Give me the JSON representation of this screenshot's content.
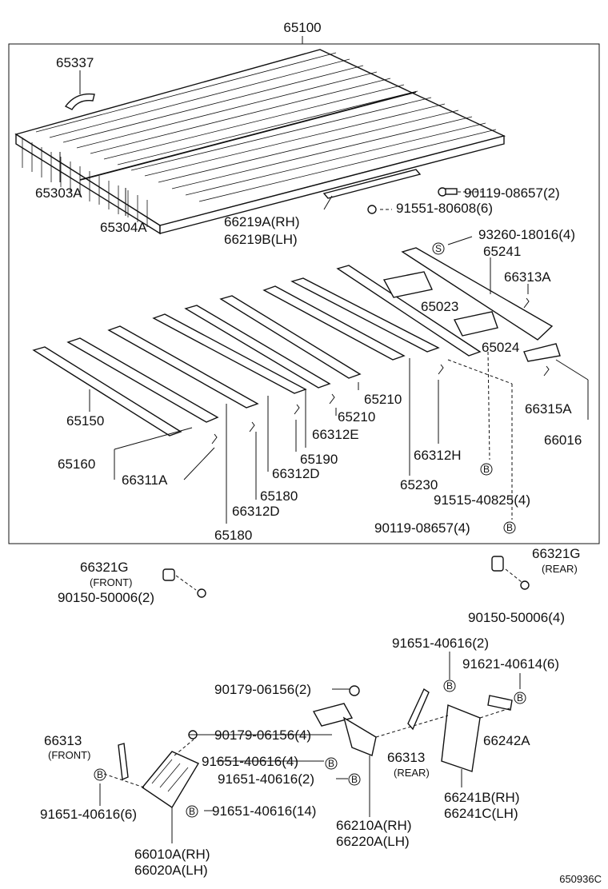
{
  "labels": {
    "l65100": "65100",
    "l65337": "65337",
    "l65303A": "65303A",
    "l65304A": "65304A",
    "l66219": "66219A(RH)",
    "l66219b": "66219B(LH)",
    "l90119a": "90119-08657(2)",
    "l91551": "91551-80608(6)",
    "l93260": "93260-18016(4)",
    "l65241": "65241",
    "l66313A": "66313A",
    "l65023": "65023",
    "l65024": "65024",
    "l65210a": "65210",
    "l65210b": "65210",
    "l66312E": "66312E",
    "l65190": "65190",
    "l66312H": "66312H",
    "l66315A": "66315A",
    "l66016": "66016",
    "l65150": "65150",
    "l65160": "65160",
    "l66311A": "66311A",
    "l66312Da": "66312D",
    "l65180a": "65180",
    "l66312Db": "66312D",
    "l65180b": "65180",
    "l65230": "65230",
    "l91515": "91515-40825(4)",
    "l90119b": "90119-08657(4)",
    "l66321Gf": "66321G",
    "l_front1": "(FRONT)",
    "l90150a": "90150-50006(2)",
    "l66321Gr": "66321G",
    "l_rear1": "(REAR)",
    "l90150b": "90150-50006(4)",
    "l91651a": "91651-40616(2)",
    "l91621": "91621-40614(6)",
    "l90179a": "90179-06156(2)",
    "l90179b": "90179-06156(4)",
    "l91651b": "91651-40616(4)",
    "l91651c": "91651-40616(2)",
    "l66313f": "66313",
    "l_front2": "(FRONT)",
    "l66313r": "66313",
    "l_rear2": "(REAR)",
    "l66242A": "66242A",
    "l66241B": "66241B(RH)",
    "l66241C": "66241C(LH)",
    "l91651d": "91651-40616(6)",
    "l91651e": "91651-40616(14)",
    "l66210A": "66210A(RH)",
    "l66220A": "66220A(LH)",
    "l66010A": "66010A(RH)",
    "l66020A": "66020A(LH)",
    "l_code": "650936C",
    "marker_B": "B",
    "marker_S": "S"
  }
}
